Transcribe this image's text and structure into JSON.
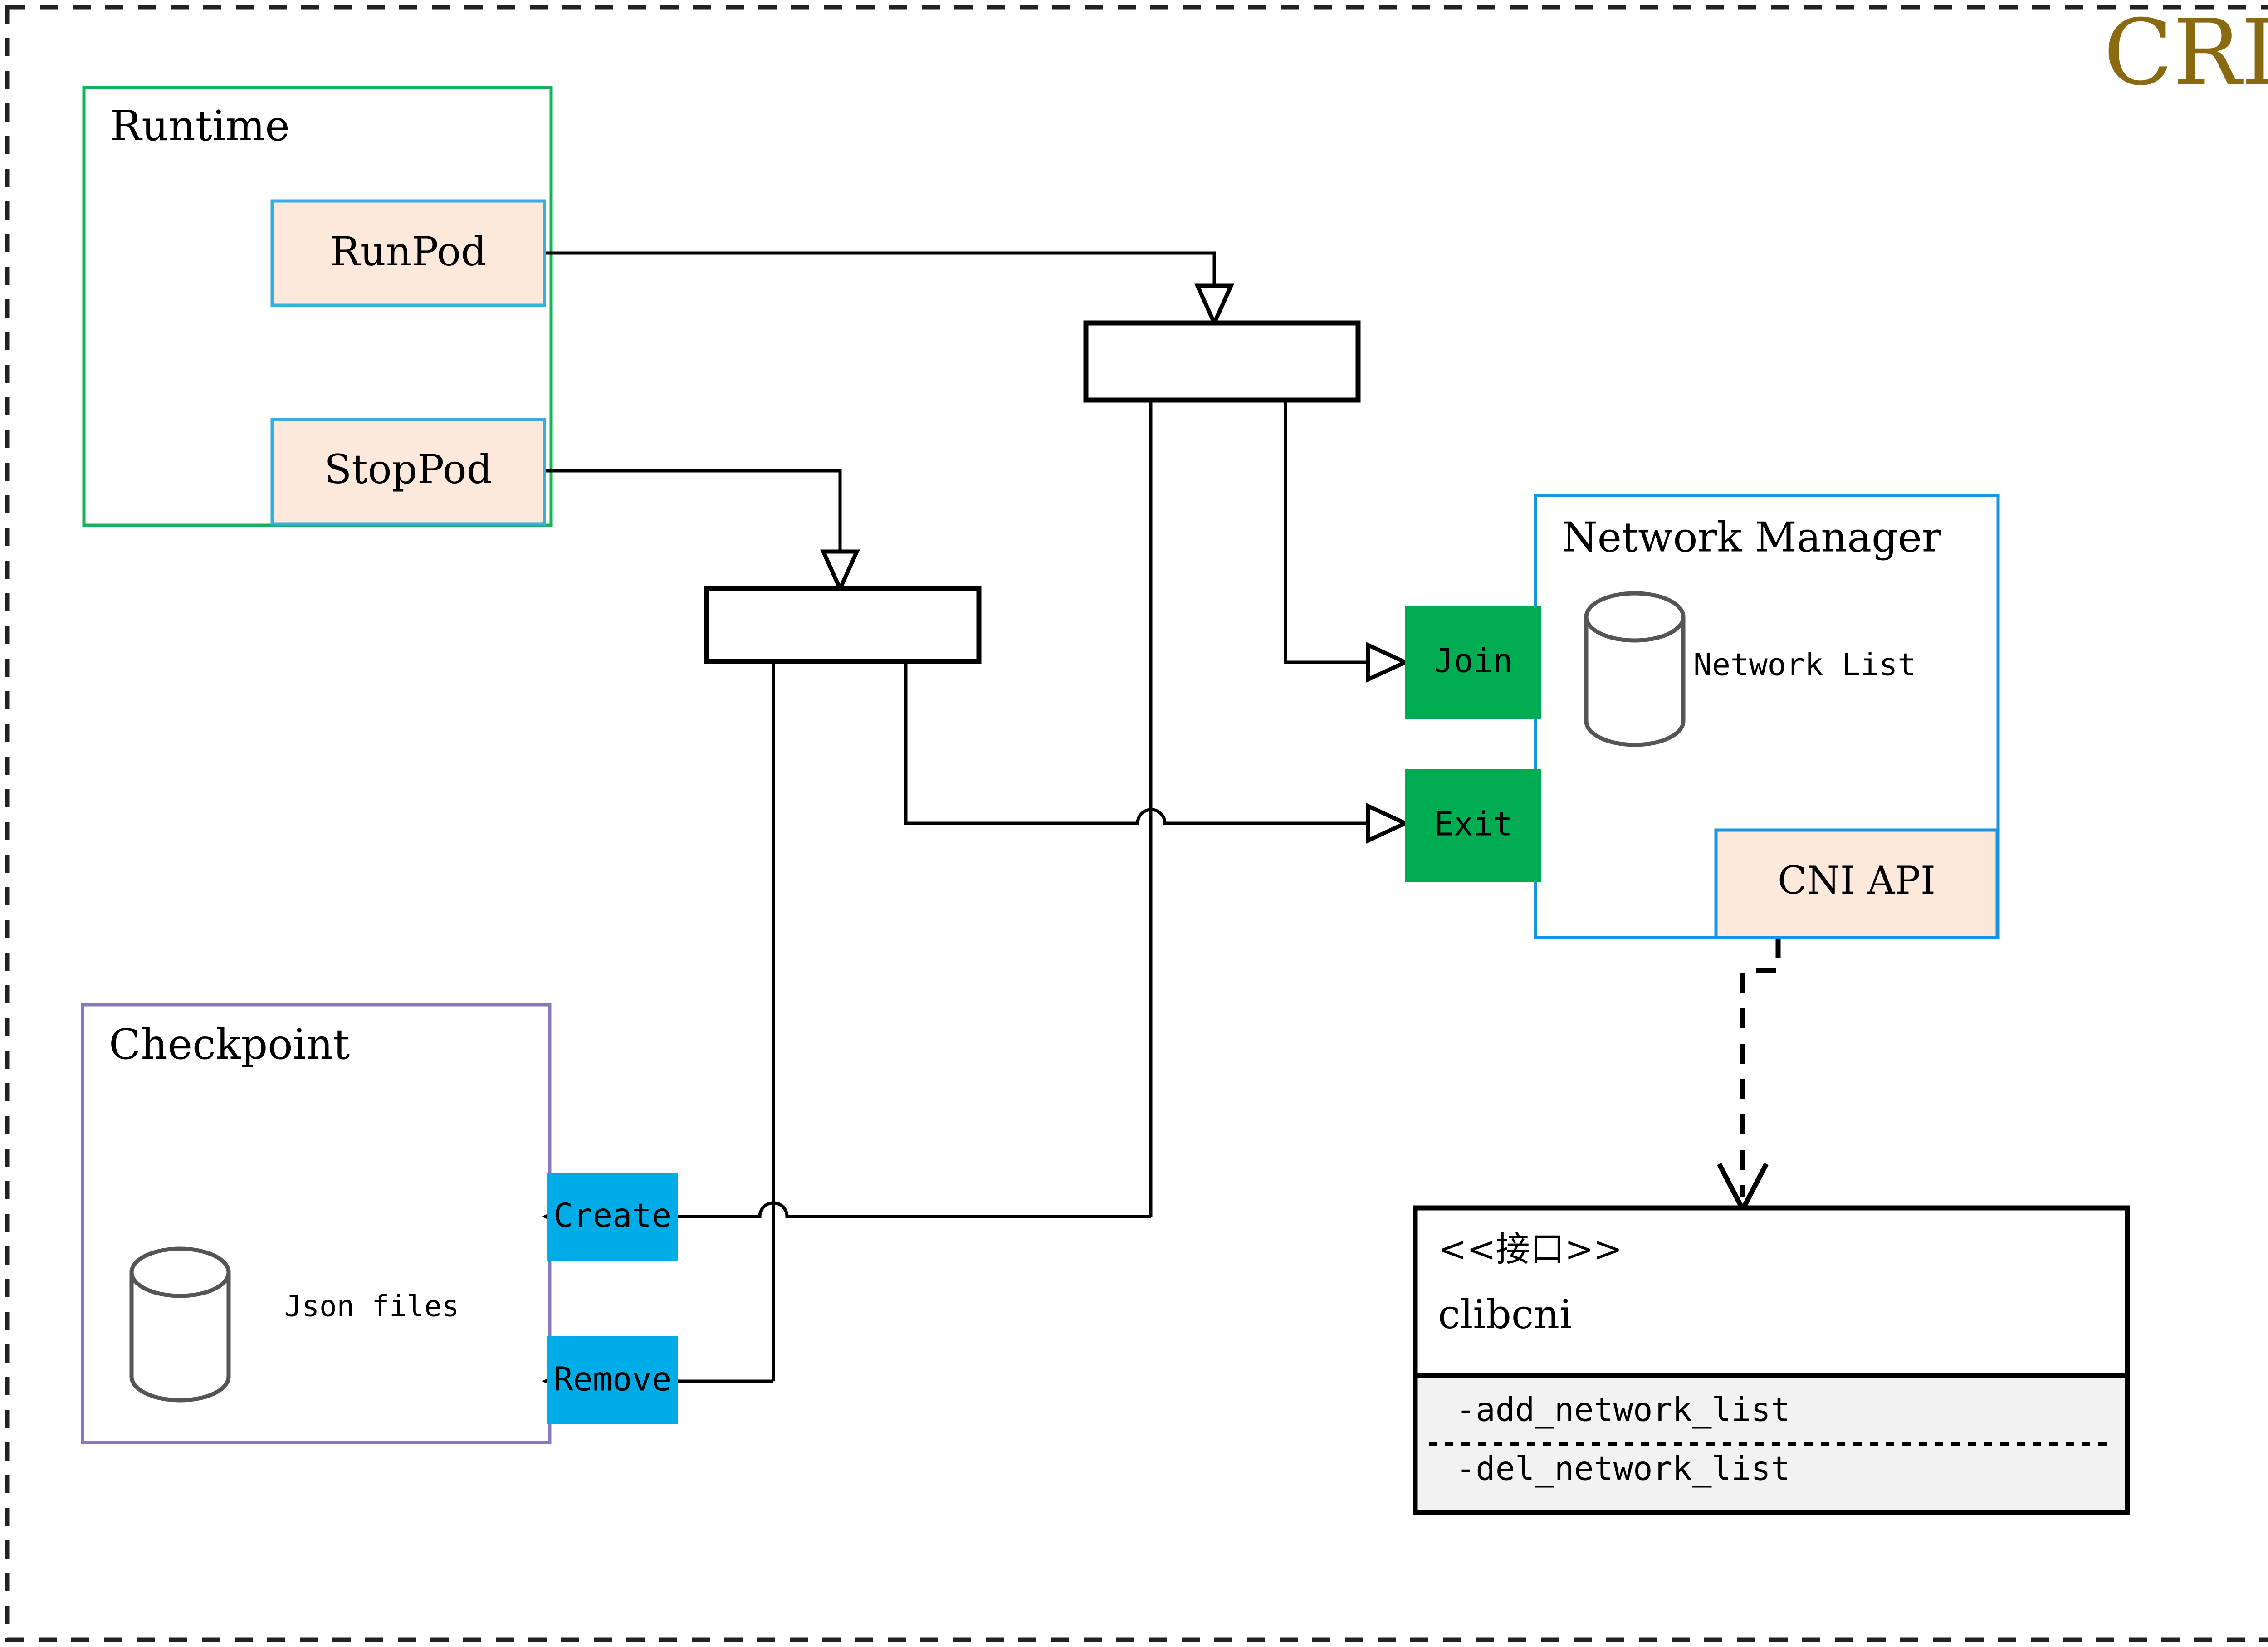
{
  "diagram": {
    "title": "CRI",
    "title_color": "#8a6a10",
    "outer_border_style": "dashed",
    "packages": [
      {
        "id": "runtime",
        "label": "Runtime",
        "border_color": "#12b457"
      },
      {
        "id": "checkpoint",
        "label": "Checkpoint",
        "border_color": "#8878b8"
      },
      {
        "id": "network-manager",
        "label": "Network Manager",
        "border_color": "#1a94e0"
      }
    ],
    "operations": [
      {
        "id": "runpod",
        "label": "RunPod",
        "fill": "#fce9dc",
        "border_color": "#36aee0"
      },
      {
        "id": "stoppod",
        "label": "StopPod",
        "fill": "#fce9dc",
        "border_color": "#36aee0"
      },
      {
        "id": "cni-api",
        "label": "CNI API",
        "fill": "#fce9dc",
        "border_color": "#1a94e0"
      },
      {
        "id": "join",
        "label": "Join",
        "fill": "#00ac51",
        "border_color": "none"
      },
      {
        "id": "exit",
        "label": "Exit",
        "fill": "#00ac51",
        "border_color": "none"
      },
      {
        "id": "create",
        "label": "Create",
        "fill": "#00ace8",
        "border_color": "none"
      },
      {
        "id": "remove",
        "label": "Remove",
        "fill": "#00ace8",
        "border_color": "none"
      }
    ],
    "datastores": [
      {
        "id": "network-list",
        "label": "Network List"
      },
      {
        "id": "json-files",
        "label": "Json files"
      }
    ],
    "dispatchers": [
      {
        "id": "dispatcher-upper",
        "label": ""
      },
      {
        "id": "dispatcher-lower",
        "label": ""
      }
    ],
    "interface": {
      "stereotype": "<<接口>>",
      "name": "clibcni",
      "methods": [
        "-add_network_list",
        "-del_network_list"
      ],
      "methods_bg": "#f2f2f2"
    }
  }
}
